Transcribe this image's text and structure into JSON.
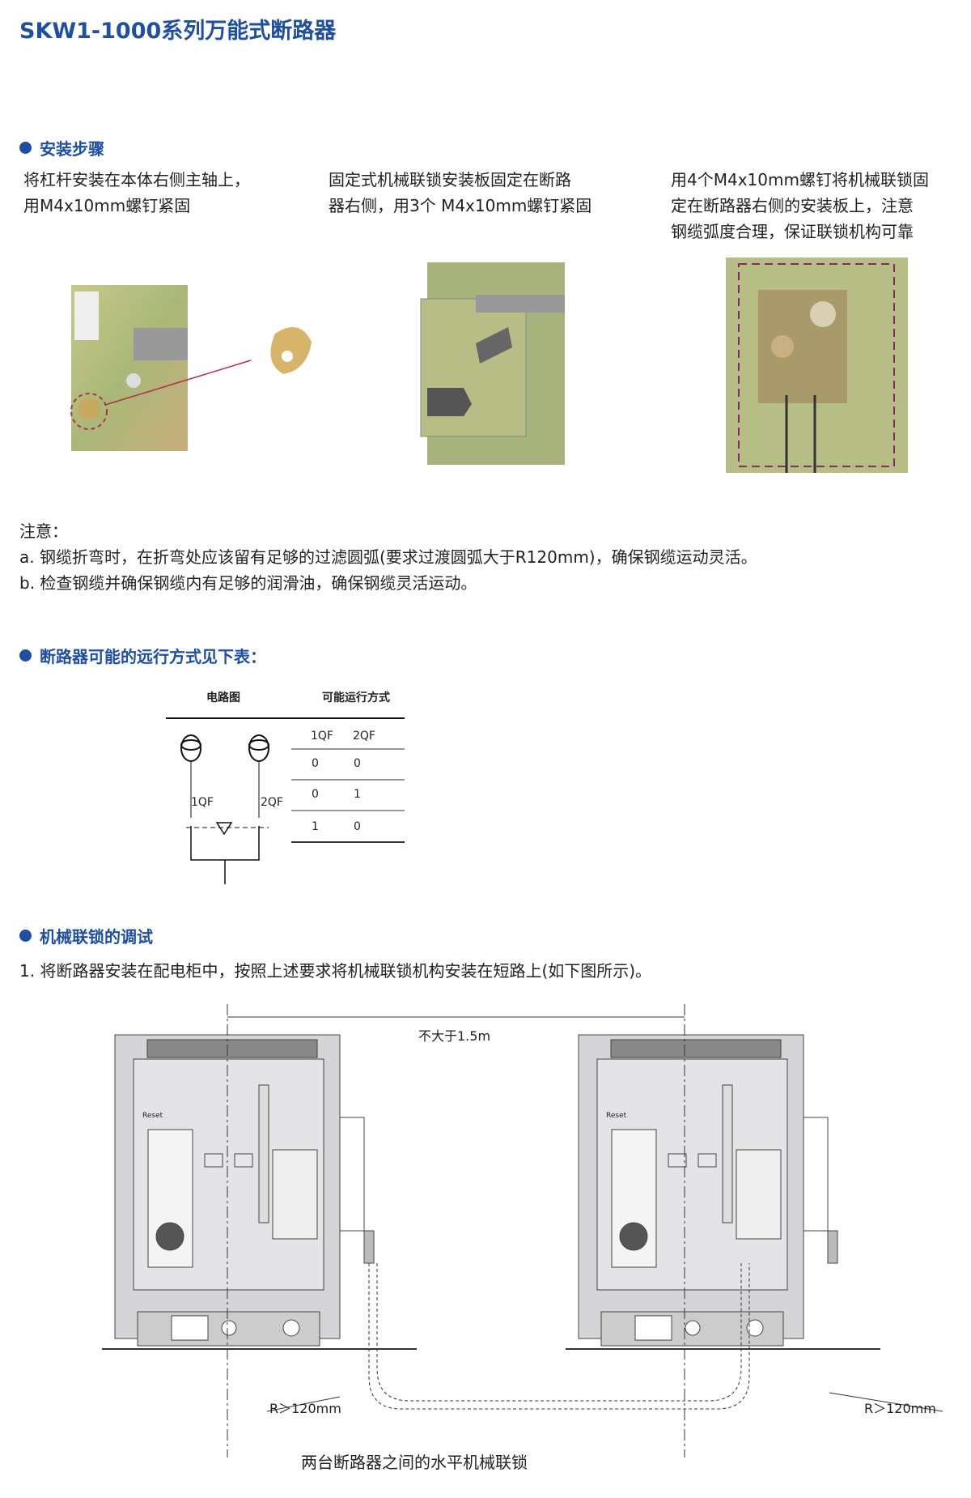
{
  "title": "SKW1-1000系列万能式断路器",
  "install": {
    "heading": "安装步骤",
    "steps": [
      {
        "line1": "将杠杆安装在本体右侧主轴上，",
        "line2": "用M4x10mm螺钉紧固"
      },
      {
        "line1": "固定式机械联锁安装板固定在断路",
        "line2": "器右侧，用3个 M4x10mm螺钉紧固"
      },
      {
        "line1": "用4个M4x10mm螺钉将机械联锁固",
        "line2": "定在断路器右侧的安装板上，注意",
        "line3": "钢缆弧度合理，保证联锁机构可靠"
      }
    ]
  },
  "notes": {
    "heading": "注意：",
    "a": "a. 钢缆折弯时，在折弯处应该留有足够的过滤圆弧(要求过渡圆弧大于R120mm)，确保钢缆运动灵活。",
    "b": "b. 检查钢缆并确保钢缆内有足够的润滑油，确保钢缆灵活运动。"
  },
  "modes": {
    "heading": "断路器可能的远行方式见下表：",
    "col_circuit": "电路图",
    "col_modes": "可能运行方式",
    "label_1qf": "1QF",
    "label_2qf": "2QF",
    "table": {
      "headers": [
        "1QF",
        "2QF"
      ],
      "rows": [
        [
          "0",
          "0"
        ],
        [
          "0",
          "1"
        ],
        [
          "1",
          "0"
        ]
      ]
    }
  },
  "adjust": {
    "heading": "机械联锁的调试",
    "step1": "1. 将断路器安装在配电柜中，按照上述要求将机械联锁机构安装在短路上(如下图所示)。",
    "distance": "不大于1.5m",
    "radius_left": "R＞120mm",
    "radius_right": "R＞120mm",
    "reset": "Reset",
    "caption": "两台断路器之间的水平机械联锁"
  }
}
